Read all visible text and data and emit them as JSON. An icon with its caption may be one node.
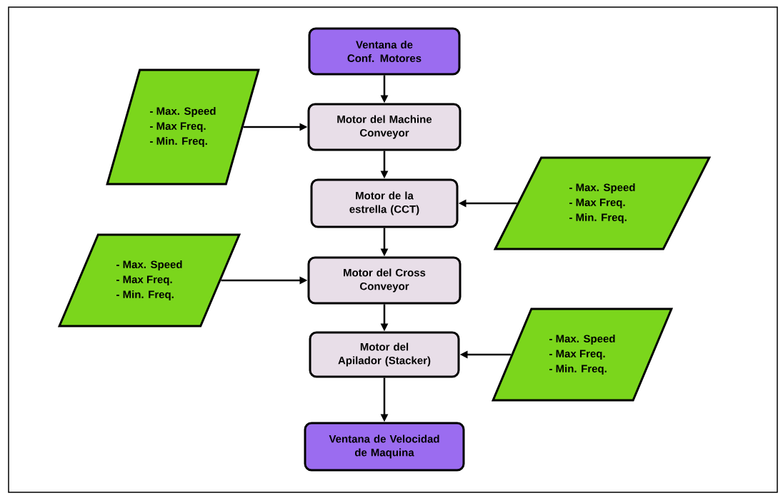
{
  "diagram": {
    "nodes": [
      {
        "text": [
          "Ventana de Conf. Motores"
        ]
      },
      {
        "text": [
          "- Max. Speed",
          "- Max Freq.",
          "- Min. Freq."
        ]
      },
      {
        "text": [
          "Motor del Machine Conveyor"
        ]
      },
      {
        "text": [
          "Motor de la estrella (CCT)"
        ]
      },
      {
        "text": [
          "- Max. Speed",
          "- Max Freq.",
          "- Min. Freq."
        ]
      },
      {
        "text": [
          "- Max. Speed",
          "- Max Freq.",
          "- Min. Freq."
        ]
      },
      {
        "text": [
          "Motor del Cross Conveyor"
        ]
      },
      {
        "text": [
          "Motor del Apilador (Stacker)"
        ]
      },
      {
        "text": [
          "- Max. Speed",
          "- Max Freq.",
          "- Min. Freq."
        ]
      },
      {
        "text": [
          "Ventana de Velocidad de Maquina"
        ]
      }
    ],
    "edges": [
      {
        "from": 0,
        "to": 2,
        "arrow": "to"
      },
      {
        "from": 1,
        "to": 2,
        "arrow": "to"
      },
      {
        "from": 2,
        "to": 3,
        "arrow": "to"
      },
      {
        "from": 4,
        "to": 3,
        "arrow": "to"
      },
      {
        "from": 3,
        "to": 6,
        "arrow": "to"
      },
      {
        "from": 5,
        "to": 6,
        "arrow": "to"
      },
      {
        "from": 6,
        "to": 7,
        "arrow": "to"
      },
      {
        "from": 8,
        "to": 7,
        "arrow": "to"
      },
      {
        "from": 7,
        "to": 9,
        "arrow": "to"
      }
    ]
  }
}
